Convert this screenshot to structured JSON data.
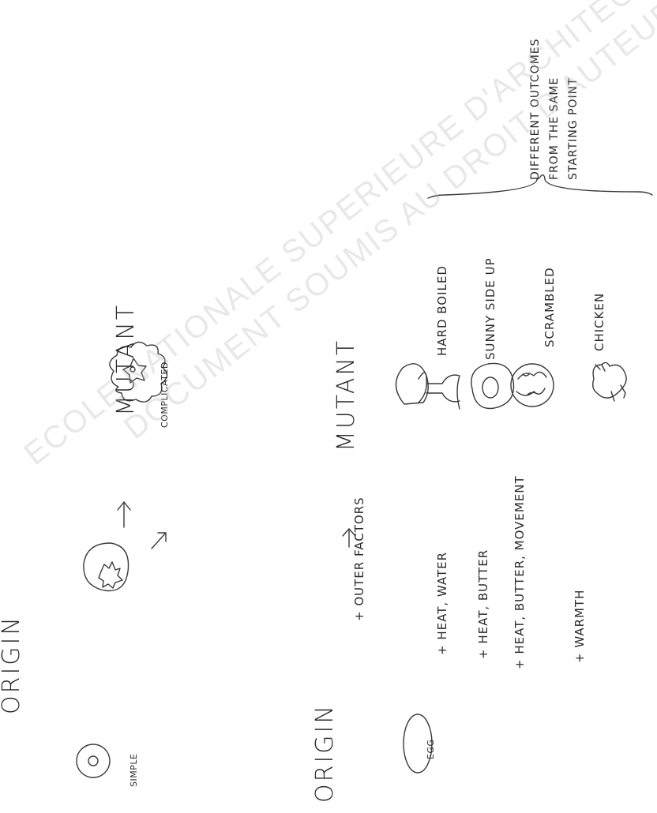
{
  "top_row": {
    "origin": "ORIGIN",
    "simple": "SIMPLE",
    "mutant": "MUTANT",
    "complicated": "COMPLICATED"
  },
  "bottom_row": {
    "origin": "ORIGIN",
    "egg": "EGG",
    "outer_factors": "+ OUTER FACTORS",
    "mutant": "MUTANT",
    "factors": [
      "+ HEAT, WATER",
      "+ HEAT, BUTTER",
      "+ HEAT, BUTTER, MOVEMENT",
      "+ WARMTH"
    ],
    "outcomes": [
      "HARD BOILED",
      "SUNNY SIDE UP",
      "SCRAMBLED",
      "CHICKEN"
    ],
    "note": "DIFFERENT OUTCOMES\nFROM THE SAME\nSTARTING POINT"
  },
  "watermark": {
    "line1": "ECOLE NATIONALE SUPERIEURE D'ARCHITECTURE DE MARNE",
    "line2": "DOCUMENT SOUMIS AU DROIT D'AUTEUR"
  },
  "colors": {
    "ink": "#3a3a3a",
    "watermark": "#bebebe"
  }
}
